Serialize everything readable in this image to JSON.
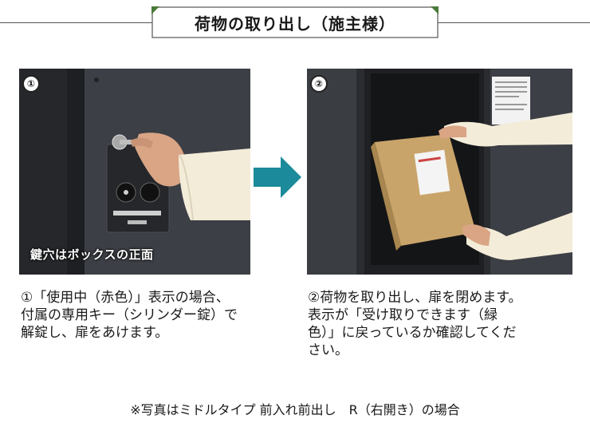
{
  "title": "荷物の取り出し（施主様）",
  "steps": [
    {
      "number": "①",
      "photo_caption": "鍵穴はボックスの正面",
      "desc_lines": [
        "①「使用中（赤色）」表示の場合、",
        "付属の専用キー（シリンダー錠）で",
        "解錠し、扉をあけます。"
      ]
    },
    {
      "number": "②",
      "desc_lines": [
        "②荷物を取り出し、扉を閉めます。",
        "表示が「受け取りできます（緑",
        "色）」に戻っているか確認してくだ",
        "さい。"
      ]
    }
  ],
  "footnote": "※写真はミドルタイプ 前入れ前出し　R（右開き）の場合",
  "colors": {
    "arrow": "#1b8a9a",
    "title_border": "#4a7a3a",
    "box_dark": "#3a3d42",
    "cardboard": "#c9a46a",
    "sleeve": "#f3ecd9"
  }
}
